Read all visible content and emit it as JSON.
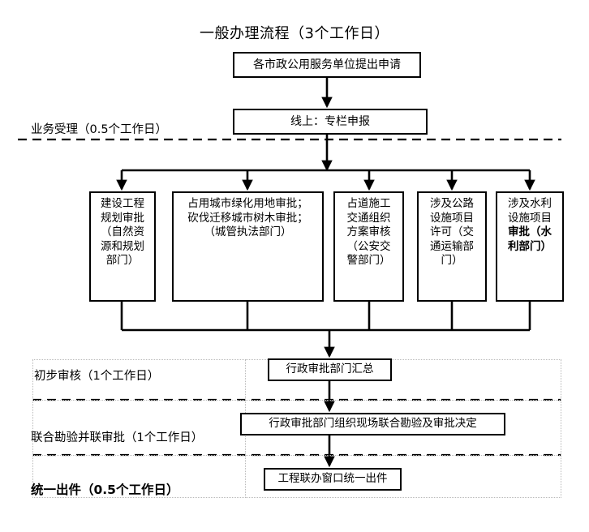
{
  "title": "一般办理流程（3个工作日）",
  "nodes": {
    "apply": "各市政公用服务单位提出申请",
    "online": "线上：专栏申报",
    "summary": "行政审批部门汇总",
    "joint_review": "行政审批部门组织现场联合勘验及审批决定",
    "issue": "工程联办窗口统一出件"
  },
  "branches": [
    {
      "id": "planning-approval",
      "lines": [
        "建设工程",
        "规划审批",
        "（自然资",
        "源和规划",
        "部门）"
      ],
      "bold_lines": []
    },
    {
      "id": "greenland-tree-approval",
      "lines": [
        "占用城市绿化用地审批；",
        "砍伐迁移城市树木审批；",
        "（城管执法部门）"
      ],
      "bold_lines": []
    },
    {
      "id": "road-traffic-plan-review",
      "lines": [
        "占道施工",
        "交通组织",
        "方案审核",
        "（公安交",
        "警部门）"
      ],
      "bold_lines": []
    },
    {
      "id": "highway-facility-permit",
      "lines": [
        "涉及公路",
        "设施项目",
        "许可（交",
        "通运输部",
        "门）"
      ],
      "bold_lines": []
    },
    {
      "id": "water-facility-approval",
      "lines": [
        "涉及水利",
        "设施项目",
        "审批（水",
        "利部门）"
      ],
      "bold_lines": [
        2,
        3
      ]
    }
  ],
  "stages": {
    "accept": "业务受理（0.5个工作日）",
    "preliminary": "初步审核（1个工作日）",
    "joint": "联合勘验并联审批（1个工作日）",
    "issue": "统一出件（0.5个工作日）"
  },
  "colors": {
    "line": "#000000",
    "box_border": "#000000",
    "background": "#ffffff",
    "grid_dotted": "#b9b9b9"
  }
}
